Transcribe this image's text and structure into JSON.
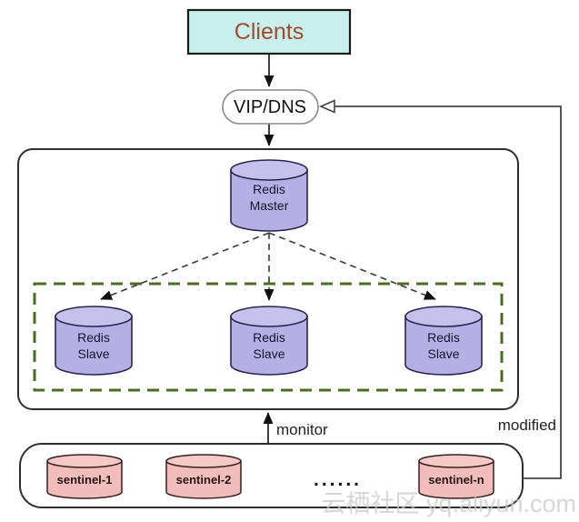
{
  "colors": {
    "clients_fill": "#c9efec",
    "clients_text": "#a3492f",
    "purple_fill": "#b5afe5",
    "purple_top_fill": "#c6c1ea",
    "pink_fill": "#f2bcba",
    "pink_top_fill": "#f5c9c6",
    "green_dashed": "#4a6d24"
  },
  "nodes": {
    "clients": {
      "label": "Clients"
    },
    "vip_dns": {
      "label": "VIP/DNS"
    },
    "redis_master": {
      "line1": "Redis",
      "line2": "Master"
    },
    "redis_slaves": [
      {
        "line1": "Redis",
        "line2": "Slave"
      },
      {
        "line1": "Redis",
        "line2": "Slave"
      },
      {
        "line1": "Redis",
        "line2": "Slave"
      }
    ],
    "sentinels": [
      {
        "label": "sentinel-1"
      },
      {
        "label": "sentinel-2"
      },
      {
        "label": "sentinel-n"
      }
    ],
    "sentinel_ellipsis": "......"
  },
  "edges": {
    "monitor_label": "monitor",
    "modified_label": "modified"
  },
  "watermark": "云栖社区 yq.aliyun.com"
}
